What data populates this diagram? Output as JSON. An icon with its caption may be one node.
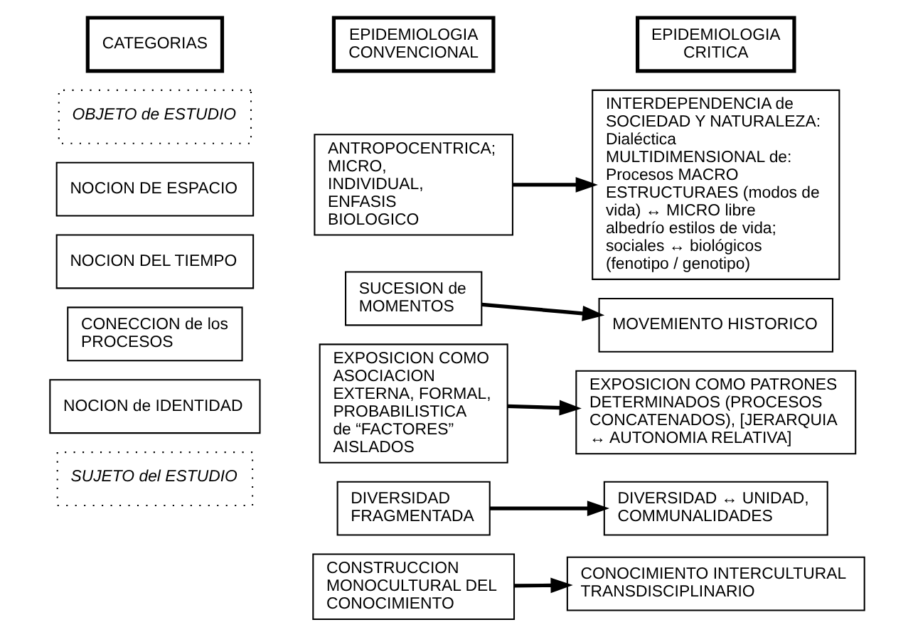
{
  "diagram": {
    "nodes": [
      {
        "text": [
          "CATEGORIAS"
        ]
      },
      {
        "text": [
          "EPIDEMIOLOGIA CONVENCIONAL"
        ]
      },
      {
        "text": [
          "EPIDEMIOLOGIA CRITICA"
        ]
      },
      {
        "text": [
          "OBJETO de ESTUDIO"
        ]
      },
      {
        "text": [
          "NOCION DE ESPACIO"
        ]
      },
      {
        "text": [
          "ANTROPOCENTRICA; MICRO, INDIVIDUAL, ENFASIS BIOLOGICO"
        ]
      },
      {
        "text": [
          "INTERDEPENDENCIA de SOCIEDAD Y NATURALEZA: Dialéctica MULTIDIMENSIONAL de: Procesos MACRO ESTRUCTURAES (modos de vida) ↔ MICRO libre albedrío estilos de vida; sociales ↔ biológicos (fenotipo / genotipo)"
        ]
      },
      {
        "text": [
          "NOCION DEL TIEMPO"
        ]
      },
      {
        "text": [
          "SUCESION de MOMENTOS"
        ]
      },
      {
        "text": [
          "MOVEMIENTO HISTORICO"
        ]
      },
      {
        "text": [
          "CONECCION de los PROCESOS"
        ]
      },
      {
        "text": [
          "EXPOSICION COMO ASOCIACION EXTERNA, FORMAL, PROBABILISTICA de “FACTORES” AISLADOS"
        ]
      },
      {
        "text": [
          "EXPOSICION COMO PATRONES DETERMINADOS (PROCESOS CONCATENADOS), [JERARQUIA ↔ AUTONOMIA RELATIVA]"
        ]
      },
      {
        "text": [
          "NOCION de IDENTIDAD"
        ]
      },
      {
        "text": [
          "DIVERSIDAD FRAGMENTADA"
        ]
      },
      {
        "text": [
          "DIVERSIDAD ↔ UNIDAD, COMMUNALIDADES"
        ]
      },
      {
        "text": [
          "SUJETO del ESTUDIO"
        ]
      },
      {
        "text": [
          "CONSTRUCCION MONOCULTURAL DEL CONOCIMIENTO"
        ]
      },
      {
        "text": [
          "CONOCIMIENTO INTERCULTURAL TRANSDISCIPLINARIO"
        ]
      }
    ],
    "edges": [
      {
        "from": 5,
        "to": 6,
        "arrow": "to"
      },
      {
        "from": 8,
        "to": 9,
        "arrow": "to"
      },
      {
        "from": 11,
        "to": 12,
        "arrow": "to"
      },
      {
        "from": 14,
        "to": 15,
        "arrow": "to"
      },
      {
        "from": 17,
        "to": 18,
        "arrow": "to"
      }
    ]
  }
}
